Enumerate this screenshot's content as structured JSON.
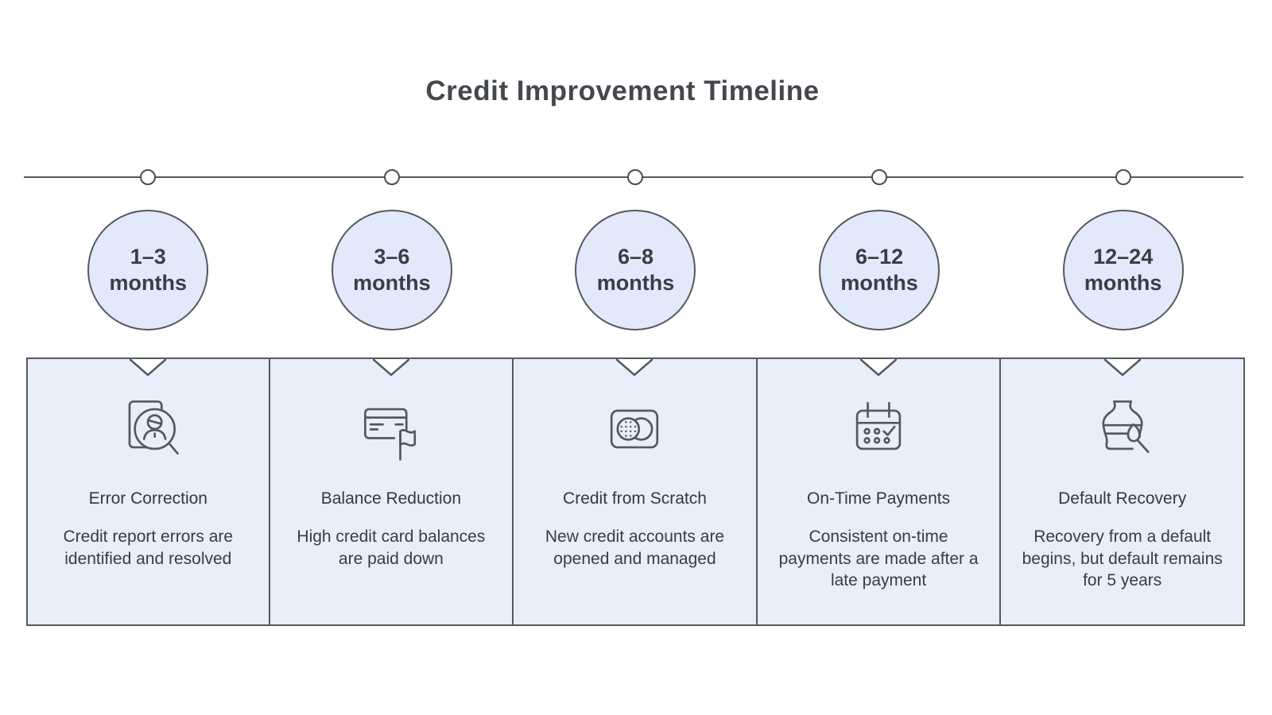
{
  "title": "Credit Improvement Timeline",
  "colors": {
    "stroke": "#54585f",
    "badge_fill": "#e2e9fa",
    "card_fill": "#e9eefb",
    "text_dark": "#3a3e44",
    "background": "#ffffff"
  },
  "stages": [
    {
      "range": "1–3",
      "unit": "months",
      "title": "Error Correction",
      "description": "Credit report errors are identified and resolved",
      "icon": "report-magnifier-icon"
    },
    {
      "range": "3–6",
      "unit": "months",
      "title": "Balance Reduction",
      "description": "High credit card balances are paid down",
      "icon": "credit-card-flag-icon"
    },
    {
      "range": "6–8",
      "unit": "months",
      "title": "Credit from Scratch",
      "description": "New credit accounts are opened and managed",
      "icon": "card-circles-icon"
    },
    {
      "range": "6–12",
      "unit": "months",
      "title": "On-Time Payments",
      "description": "Consistent on-time payments are made after a late payment",
      "icon": "calendar-check-icon"
    },
    {
      "range": "12–24",
      "unit": "months",
      "title": "Default Recovery",
      "description": "Recovery from a default begins, but default remains for 5 years",
      "icon": "vase-brush-icon"
    }
  ]
}
